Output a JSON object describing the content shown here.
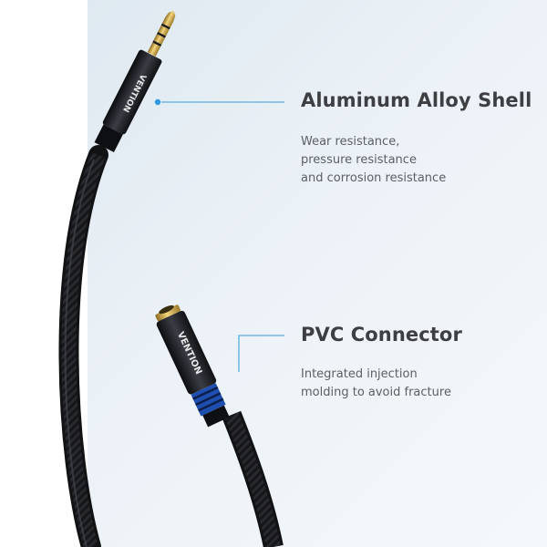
{
  "brand": "VENTION",
  "features": [
    {
      "title": "Aluminum Alloy Shell",
      "description": [
        "Wear resistance,",
        "pressure resistance",
        "and corrosion resistance"
      ]
    },
    {
      "title": "PVC Connector",
      "description": [
        "Integrated injection",
        "molding to avoid fracture"
      ]
    }
  ],
  "colors": {
    "accent": "#2f9ae0",
    "plug_tip": "#c9a53c",
    "cable": "#18191c",
    "background": "#e6eef5"
  }
}
